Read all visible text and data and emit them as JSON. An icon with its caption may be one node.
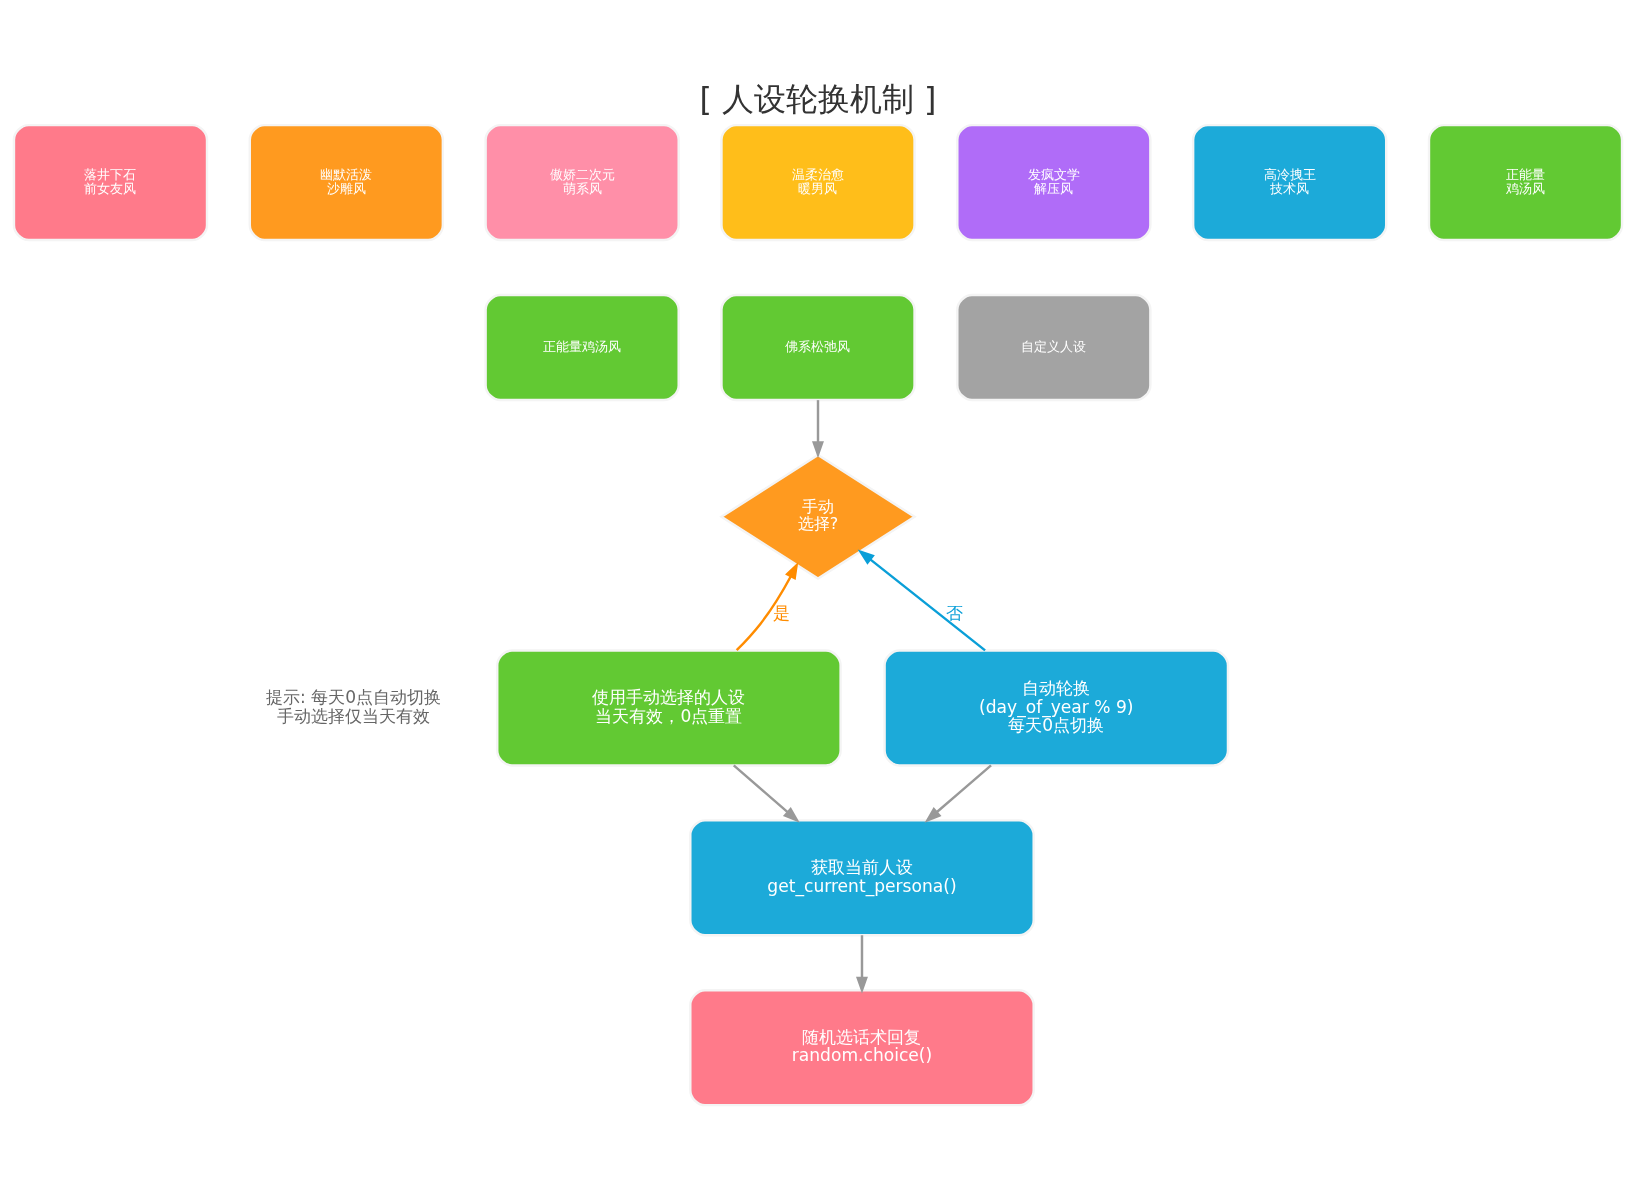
{
  "diagram": {
    "title": "[ 人设轮换机制 ]",
    "nodes": [
      {
        "text": [
          "落井下石前女友风"
        ]
      },
      {
        "text": [
          "幽默活泼沙雕风"
        ]
      },
      {
        "text": [
          "傲娇二次元萌系风"
        ]
      },
      {
        "text": [
          "温柔治愈暖男风"
        ]
      },
      {
        "text": [
          "发疯文学解压风"
        ]
      },
      {
        "text": [
          "高冷拽王技术风"
        ]
      },
      {
        "text": [
          "正能量鸡汤风"
        ]
      },
      {
        "text": [
          "正能量鸡汤风"
        ]
      },
      {
        "text": [
          "佛系松弛风"
        ]
      },
      {
        "text": [
          "自定义人设"
        ]
      },
      {
        "text": [
          "手动选择?"
        ]
      },
      {
        "text": [
          "使用手动选择的人设当天有效，0点重置"
        ]
      },
      {
        "text": [
          "自动轮换 (day_of_year % 9) 每天0点切换"
        ]
      },
      {
        "text": [
          "获取当前人设 get_current_persona()"
        ]
      },
      {
        "text": [
          "随机选话术回复 random.choice()"
        ]
      }
    ],
    "edges": [
      {
        "from": 8,
        "to": 10,
        "arrow": "to"
      },
      {
        "from": 11,
        "to": 10,
        "arrow": "to",
        "label": "是",
        "color": "#ff8c00"
      },
      {
        "from": 12,
        "to": 10,
        "arrow": "to",
        "label": "否",
        "color": "#0a9fd8"
      },
      {
        "from": 11,
        "to": 13,
        "arrow": "to"
      },
      {
        "from": 12,
        "to": 13,
        "arrow": "to"
      },
      {
        "from": 13,
        "to": 14,
        "arrow": "to"
      }
    ],
    "labels": [
      "提示: 每天0点自动切换手动选择仅当天有效"
    ]
  }
}
